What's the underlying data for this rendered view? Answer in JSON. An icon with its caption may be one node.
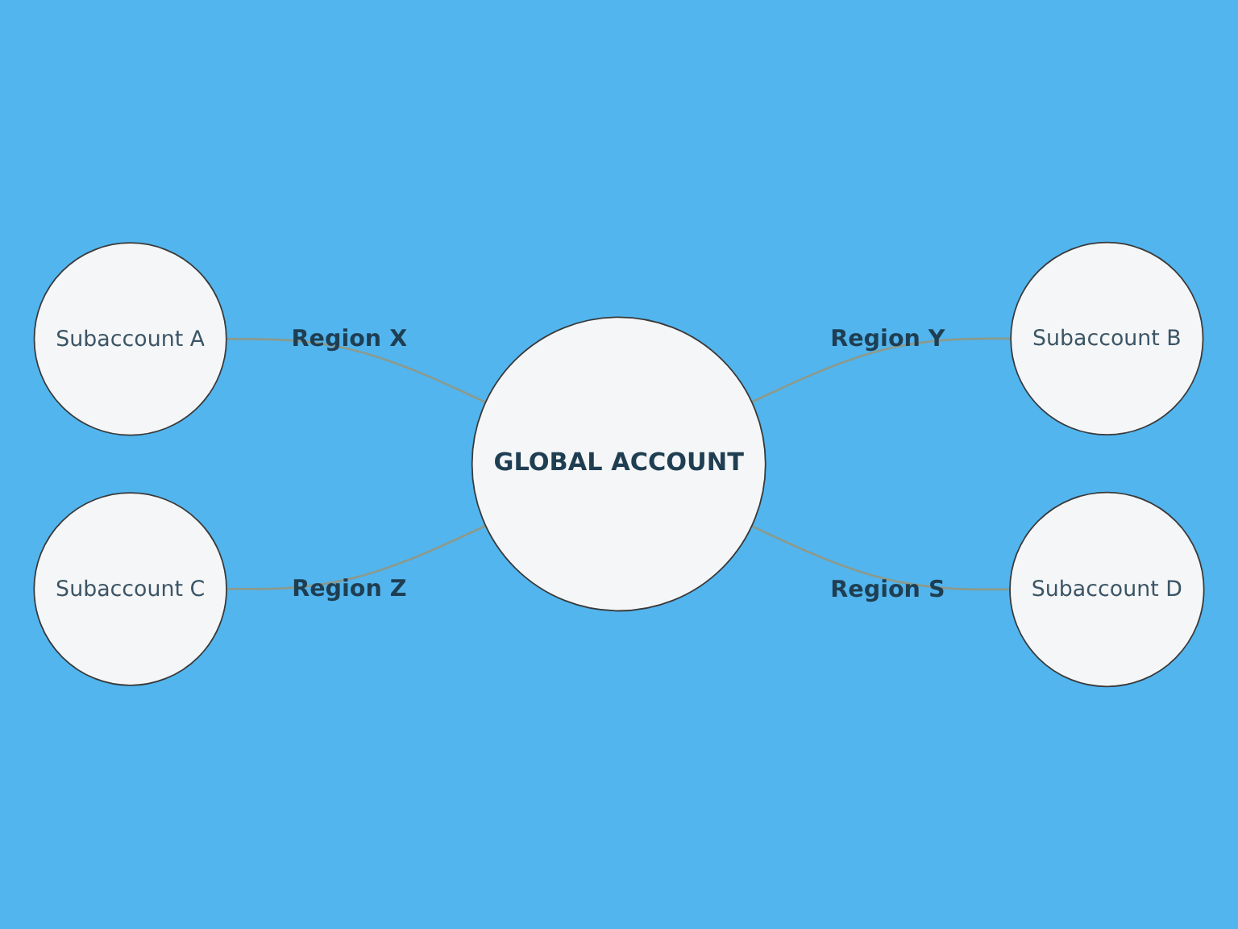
{
  "diagram": {
    "nodes": [
      {
        "text": [
          "GLOBAL ACCOUNT"
        ]
      },
      {
        "text": [
          "Subaccount A"
        ]
      },
      {
        "text": [
          "Subaccount B"
        ]
      },
      {
        "text": [
          "Subaccount C"
        ]
      },
      {
        "text": [
          "Subaccount D"
        ]
      }
    ],
    "edges": [
      {
        "from": 1,
        "to": 0,
        "arrow": "none",
        "label": "Region X"
      },
      {
        "from": 0,
        "to": 2,
        "arrow": "none",
        "label": "Region Y"
      },
      {
        "from": 3,
        "to": 0,
        "arrow": "none",
        "label": "Region Z"
      },
      {
        "from": 0,
        "to": 4,
        "arrow": "none",
        "label": "Region S"
      }
    ]
  }
}
